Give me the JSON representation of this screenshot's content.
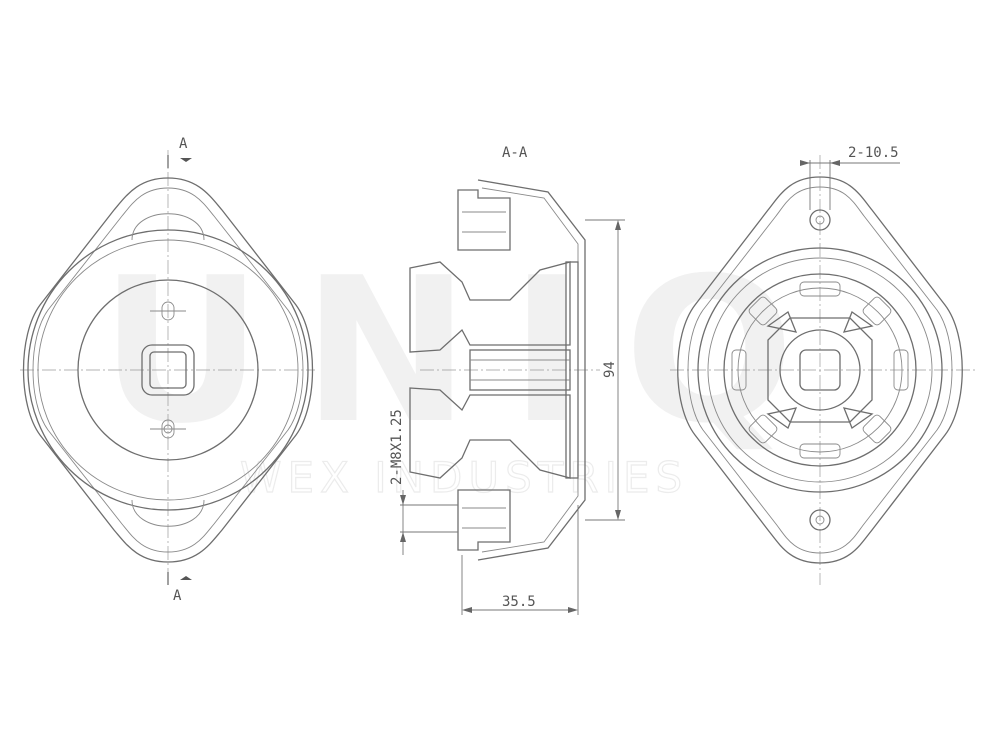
{
  "watermark": {
    "brand": "UNIQ",
    "tagline": "WEX INDUSTRIES"
  },
  "labels": {
    "section_mark_top": "A",
    "section_mark_bottom": "A",
    "section_title": "A-A",
    "hole_dim": "2-10.5",
    "height_dim": "94",
    "width_dim": "35.5",
    "thread_dim": "2-M8X1.25"
  },
  "colors": {
    "line": "#6e6e6e",
    "watermark": "#f1f1f1"
  }
}
